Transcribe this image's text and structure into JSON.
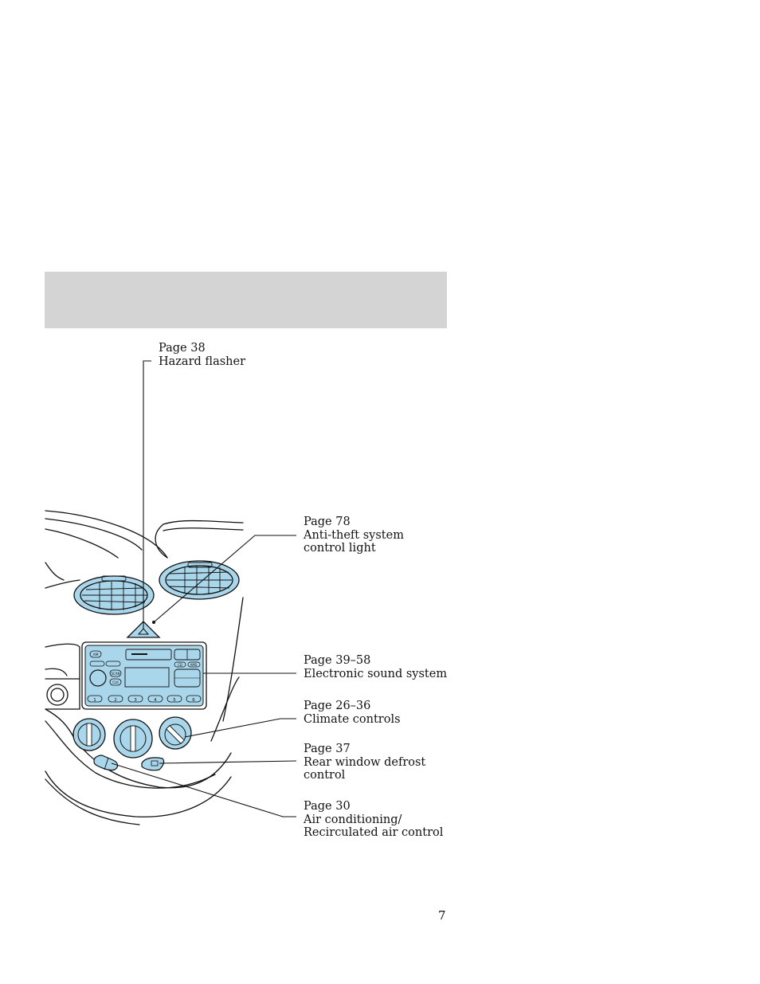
{
  "callouts": {
    "hazard": {
      "page": "Page 38",
      "lines": [
        "Hazard flasher"
      ]
    },
    "antitheft": {
      "page": "Page 78",
      "lines": [
        "Anti-theft system",
        "control light"
      ]
    },
    "sound": {
      "page": "Page 39–58",
      "lines": [
        "Electronic sound system"
      ]
    },
    "climate": {
      "page": "Page 26–36",
      "lines": [
        "Climate controls"
      ]
    },
    "defrost": {
      "page": "Page 37",
      "lines": [
        "Rear window defrost",
        "control"
      ]
    },
    "ac": {
      "page": "Page 30",
      "lines": [
        "Air conditioning/",
        "Recirculated air control"
      ]
    }
  },
  "radio": {
    "presets": [
      "1",
      "2",
      "3",
      "4",
      "5",
      "6"
    ],
    "buttons": [
      "AM",
      "SCAN",
      "CLK",
      "CD",
      "AMS"
    ]
  },
  "page_number": "7",
  "colors": {
    "band": "#d4d4d4",
    "radio_fill": "#a9d6ea",
    "line": "#111111"
  }
}
